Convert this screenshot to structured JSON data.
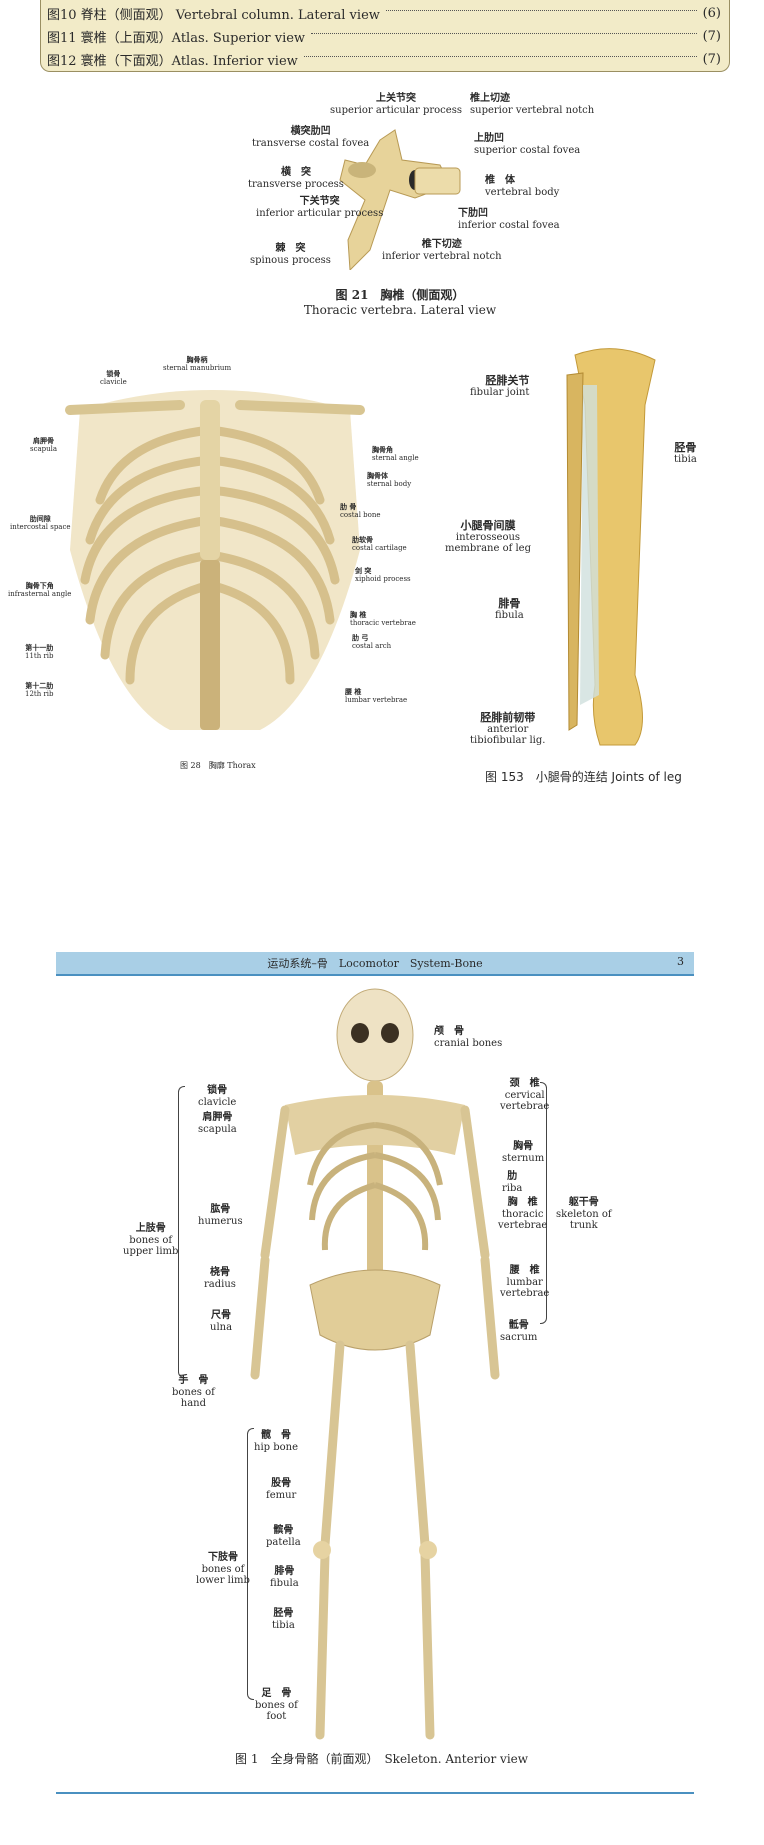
{
  "toc": [
    {
      "title": "图10 脊柱（侧面观） Vertebral column. Lateral view",
      "page": "(6)"
    },
    {
      "title": "图11 寰椎（上面观）Atlas. Superior view",
      "page": "(7)"
    },
    {
      "title": "图12 寰椎（下面观）Atlas. Inferior view",
      "page": "(7)"
    }
  ],
  "fig21": {
    "caption_zh": "图 21　胸椎（侧面观）",
    "caption_en": "Thoracic vertebra. Lateral view",
    "labels": {
      "sup_art": {
        "zh": "上关节突",
        "en": "superior articular process"
      },
      "sup_notch": {
        "zh": "椎上切迹",
        "en": "superior vertebral notch"
      },
      "trans_fovea": {
        "zh": "横突肋凹",
        "en": "transverse costal fovea"
      },
      "sup_fovea": {
        "zh": "上肋凹",
        "en": "superior costal fovea"
      },
      "trans_proc": {
        "zh": "横　突",
        "en": "transverse process"
      },
      "body": {
        "zh": "椎　体",
        "en": "vertebral body"
      },
      "inf_art": {
        "zh": "下关节突",
        "en": "inferior articular process"
      },
      "inf_fovea": {
        "zh": "下肋凹",
        "en": "inferior costal fovea"
      },
      "spinous": {
        "zh": "棘　突",
        "en": "spinous process"
      },
      "inf_notch": {
        "zh": "椎下切迹",
        "en": "inferior vertebral notch"
      }
    }
  },
  "fig28": {
    "caption": "图 28　胸廓 Thorax",
    "labels": {
      "manubrium": {
        "zh": "胸骨柄",
        "en": "sternal manubrium"
      },
      "clavicle": {
        "zh": "锁骨",
        "en": "clavicle"
      },
      "scapula": {
        "zh": "肩胛骨",
        "en": "scapula"
      },
      "angle": {
        "zh": "胸骨角",
        "en": "sternal angle"
      },
      "body": {
        "zh": "胸骨体",
        "en": "sternal body"
      },
      "intercostal": {
        "zh": "肋间隙",
        "en": "intercostal space"
      },
      "costal_bone": {
        "zh": "肋 骨",
        "en": "costal bone"
      },
      "cartilage": {
        "zh": "肋软骨",
        "en": "costal cartilage"
      },
      "xiphoid": {
        "zh": "剑 突",
        "en": "xiphoid process"
      },
      "infrasternal": {
        "zh": "胸骨下角",
        "en": "infrasternal angle"
      },
      "thoracic": {
        "zh": "胸 椎",
        "en": "thoracic vertebrae"
      },
      "arch": {
        "zh": "肋 弓",
        "en": "costal arch"
      },
      "rib11": {
        "zh": "第十一肋",
        "en": "11th rib"
      },
      "rib12": {
        "zh": "第十二肋",
        "en": "12th rib"
      },
      "lumbar": {
        "zh": "腰 椎",
        "en": "lumbar vertebrae"
      }
    }
  },
  "fig153": {
    "caption": "图 153　小腿骨的连结 Joints of leg",
    "labels": {
      "fibular_joint": {
        "zh": "胫腓关节",
        "en": "fibular joint"
      },
      "tibia": {
        "zh": "胫骨",
        "en": "tibia"
      },
      "membrane": {
        "zh": "小腿骨间膜",
        "en1": "interosseous",
        "en2": "membrane of leg"
      },
      "fibula": {
        "zh": "腓骨",
        "en": "fibula"
      },
      "lig": {
        "zh": "胫腓前韧带",
        "en1": "anterior",
        "en2": "tibiofibular lig."
      }
    }
  },
  "page3": {
    "header": "运动系统–骨　Locomotor　System-Bone",
    "page_num": "3",
    "caption": "图 1　全身骨骼（前面观）　Skeleton. Anterior view",
    "labels": {
      "cranial": {
        "zh": "颅　骨",
        "en": "cranial bones"
      },
      "clavicle": {
        "zh": "锁骨",
        "en": "clavicle"
      },
      "cervical": {
        "zh": "颈　椎",
        "en1": "cervical",
        "en2": "vertebrae"
      },
      "scapula": {
        "zh": "肩胛骨",
        "en": "scapula"
      },
      "sternum": {
        "zh": "胸骨",
        "en": "sternum"
      },
      "riba": {
        "zh": "肋",
        "en": "riba"
      },
      "trunk": {
        "zh": "躯干骨",
        "en1": "skeleton of",
        "en2": "trunk"
      },
      "humerus": {
        "zh": "肱骨",
        "en": "humerus"
      },
      "thoracic": {
        "zh": "胸　椎",
        "en1": "thoracic",
        "en2": "vertebrae"
      },
      "upper": {
        "zh": "上肢骨",
        "en1": "bones of",
        "en2": "upper limb"
      },
      "radius": {
        "zh": "桡骨",
        "en": "radius"
      },
      "lumbar": {
        "zh": "腰　椎",
        "en1": "lumbar",
        "en2": "vertebrae"
      },
      "ulna": {
        "zh": "尺骨",
        "en": "ulna"
      },
      "sacrum": {
        "zh": "骶骨",
        "en": "sacrum"
      },
      "hand": {
        "zh": "手　骨",
        "en1": "bones of",
        "en2": "hand"
      },
      "hip": {
        "zh": "髋　骨",
        "en": "hip bone"
      },
      "femur": {
        "zh": "股骨",
        "en": "femur"
      },
      "patella": {
        "zh": "髌骨",
        "en": "patella"
      },
      "lower": {
        "zh": "下肢骨",
        "en1": "bones of",
        "en2": "lower limb"
      },
      "fibula": {
        "zh": "腓骨",
        "en": "fibula"
      },
      "tibia": {
        "zh": "胫骨",
        "en": "tibia"
      },
      "foot": {
        "zh": "足　骨",
        "en1": "bones of",
        "en2": "foot"
      }
    }
  }
}
